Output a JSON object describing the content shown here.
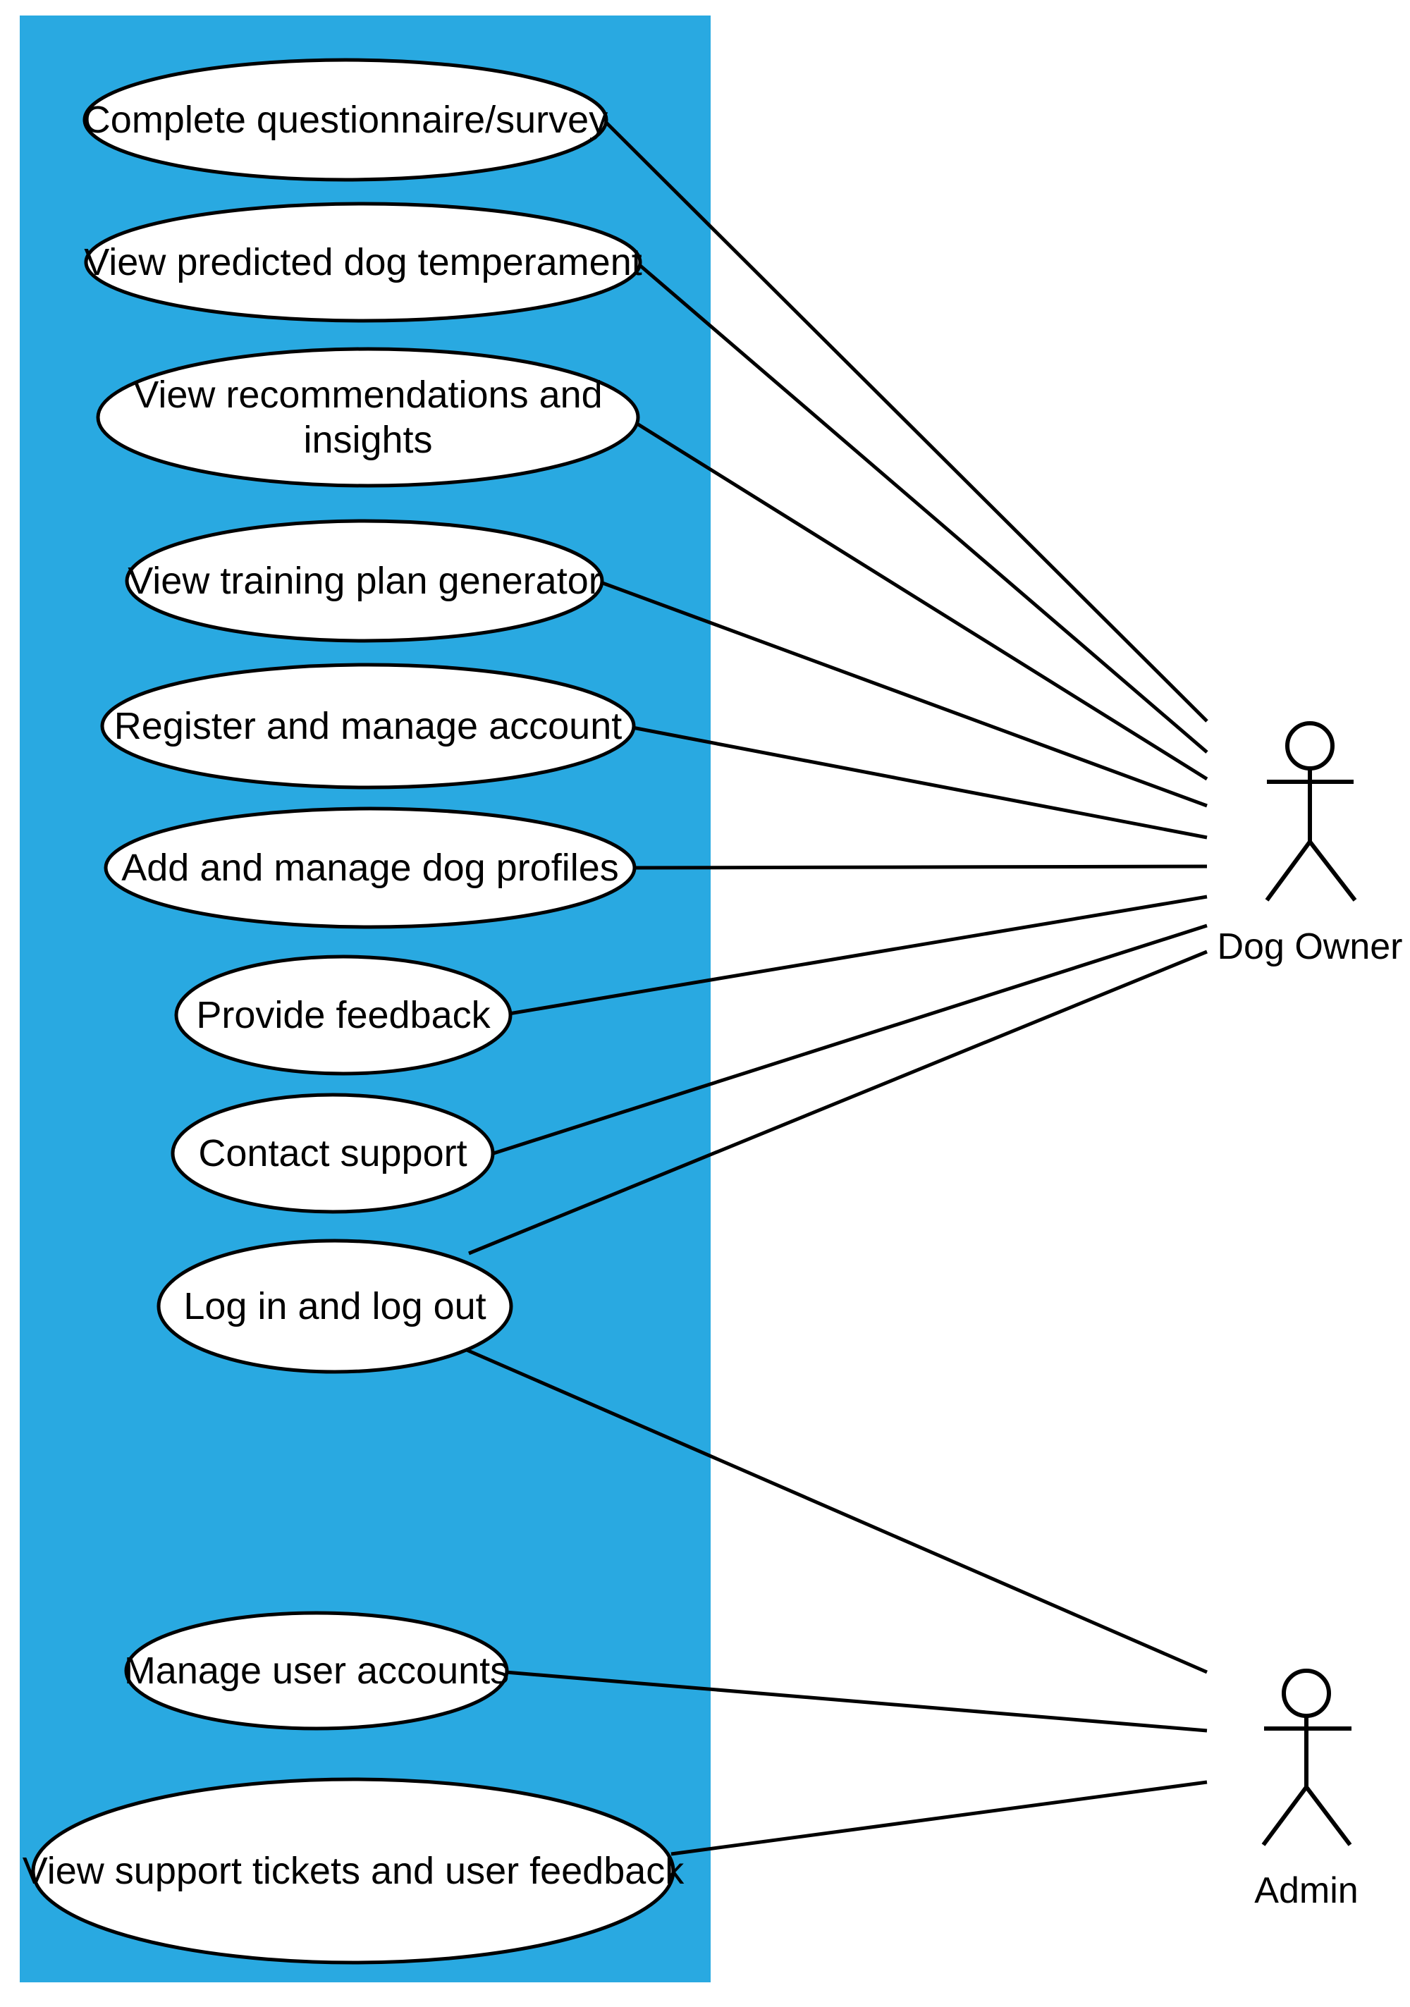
{
  "diagram": {
    "kind": "uml-use-case-diagram",
    "colors": {
      "system_boundary_fill": "#29A9E1",
      "shape_fill": "#FFFFFF",
      "stroke": "#000000"
    },
    "actors": [
      {
        "id": "dog-owner",
        "label": "Dog Owner"
      },
      {
        "id": "admin",
        "label": "Admin"
      }
    ],
    "use_cases": [
      {
        "id": "complete-questionnaire-survey",
        "label": "Complete questionnaire/survey",
        "lines": [
          "Complete questionnaire/survey"
        ]
      },
      {
        "id": "view-predicted-dog-temperament",
        "label": "View predicted dog temperament",
        "lines": [
          "View predicted dog temperament"
        ]
      },
      {
        "id": "view-recommendations-and-insights",
        "label": "View recommendations and insights",
        "lines": [
          "View recommendations and",
          "insights"
        ]
      },
      {
        "id": "view-training-plan-generator",
        "label": "View training plan generator",
        "lines": [
          "View training plan generator"
        ]
      },
      {
        "id": "register-and-manage-account",
        "label": "Register and manage account",
        "lines": [
          "Register and manage account"
        ]
      },
      {
        "id": "add-and-manage-dog-profiles",
        "label": "Add and manage dog profiles",
        "lines": [
          "Add and manage dog profiles"
        ]
      },
      {
        "id": "provide-feedback",
        "label": "Provide feedback",
        "lines": [
          "Provide feedback"
        ]
      },
      {
        "id": "contact-support",
        "label": "Contact support",
        "lines": [
          "Contact support"
        ]
      },
      {
        "id": "log-in-and-log-out",
        "label": "Log in and log out",
        "lines": [
          "Log in and log out"
        ]
      },
      {
        "id": "manage-user-accounts",
        "label": "Manage user accounts",
        "lines": [
          "Manage user accounts"
        ]
      },
      {
        "id": "view-support-tickets-and-user-feedback",
        "label": "View support tickets and user feedback",
        "lines": [
          "View support tickets and user feedback"
        ]
      }
    ],
    "associations": [
      {
        "from": "complete-questionnaire-survey",
        "to": "dog-owner"
      },
      {
        "from": "view-predicted-dog-temperament",
        "to": "dog-owner"
      },
      {
        "from": "view-recommendations-and-insights",
        "to": "dog-owner"
      },
      {
        "from": "view-training-plan-generator",
        "to": "dog-owner"
      },
      {
        "from": "register-and-manage-account",
        "to": "dog-owner"
      },
      {
        "from": "add-and-manage-dog-profiles",
        "to": "dog-owner"
      },
      {
        "from": "provide-feedback",
        "to": "dog-owner"
      },
      {
        "from": "contact-support",
        "to": "dog-owner"
      },
      {
        "from": "log-in-and-log-out",
        "to": "dog-owner"
      },
      {
        "from": "log-in-and-log-out",
        "to": "admin"
      },
      {
        "from": "manage-user-accounts",
        "to": "admin"
      },
      {
        "from": "view-support-tickets-and-user-feedback",
        "to": "admin"
      }
    ]
  }
}
